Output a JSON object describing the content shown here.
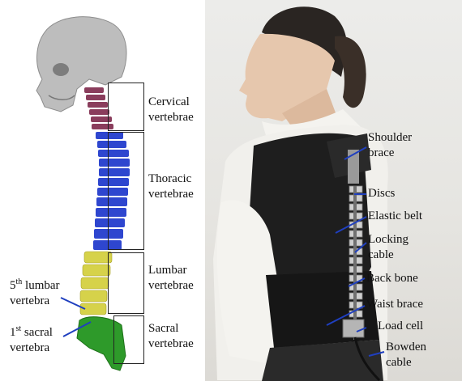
{
  "spine_labels": {
    "cervical": [
      "Cervical",
      "vertebrae"
    ],
    "thoracic": [
      "Thoracic",
      "vertebrae"
    ],
    "lumbar": [
      "Lumbar",
      "vertebrae"
    ],
    "sacral": [
      "Sacral",
      "vertebrae"
    ],
    "fifth_lumbar": {
      "num": "5",
      "sup": "th",
      "rest": " lumbar",
      "line2": "vertebra"
    },
    "first_sacral": {
      "num": "1",
      "sup": "st",
      "rest": " sacral",
      "line2": "vertebra"
    }
  },
  "device_labels": {
    "shoulder_brace": [
      "Shoulder",
      "brace"
    ],
    "discs": "Discs",
    "elastic_belt": "Elastic belt",
    "locking_cable": [
      "Locking",
      "cable"
    ],
    "back_bone": "Back bone",
    "waist_brace": "Waist brace",
    "load_cell": "Load cell",
    "bowden_cable": [
      "Bowden",
      "cable"
    ]
  },
  "colors": {
    "cervical": "#8a3d5c",
    "thoracic": "#2e46cf",
    "lumbar": "#d6d24a",
    "sacral": "#2e9a2a",
    "skull": "#b9b9b9",
    "pointer": "#1f3fbf"
  }
}
